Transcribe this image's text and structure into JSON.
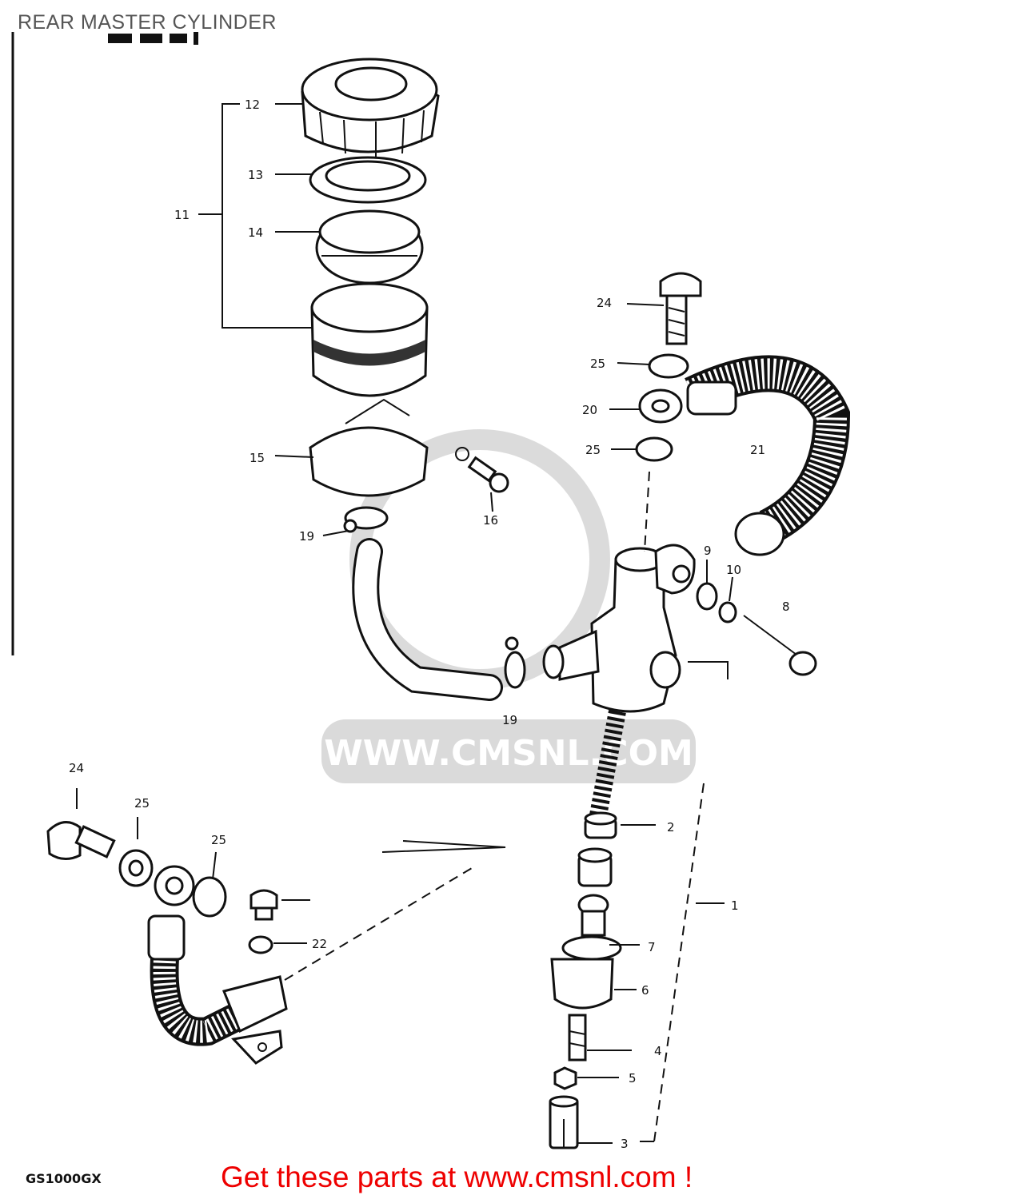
{
  "diagram": {
    "title": "REAR MASTER CYLINDER",
    "model_code": "GS1000GX",
    "watermark": "WWW.CMSNL.COM",
    "footer": "Get these parts at www.cmsnl.com !",
    "accent_color": "#ee0000",
    "callouts": [
      {
        "id": "c12",
        "label": "12"
      },
      {
        "id": "c13",
        "label": "13"
      },
      {
        "id": "c11",
        "label": "11"
      },
      {
        "id": "c14",
        "label": "14"
      },
      {
        "id": "c15",
        "label": "15"
      },
      {
        "id": "c16",
        "label": "16"
      },
      {
        "id": "c19a",
        "label": "19"
      },
      {
        "id": "c24a",
        "label": "24"
      },
      {
        "id": "c25a",
        "label": "25"
      },
      {
        "id": "c20",
        "label": "20"
      },
      {
        "id": "c25b",
        "label": "25"
      },
      {
        "id": "c21",
        "label": "21"
      },
      {
        "id": "c9",
        "label": "9"
      },
      {
        "id": "c10",
        "label": "10"
      },
      {
        "id": "c8",
        "label": "8"
      },
      {
        "id": "c19b",
        "label": "19"
      },
      {
        "id": "c24b",
        "label": "24"
      },
      {
        "id": "c25c",
        "label": "25"
      },
      {
        "id": "c25d",
        "label": "25"
      },
      {
        "id": "c22",
        "label": "22"
      },
      {
        "id": "c2",
        "label": "2"
      },
      {
        "id": "c1",
        "label": "1"
      },
      {
        "id": "c7",
        "label": "7"
      },
      {
        "id": "c6",
        "label": "6"
      },
      {
        "id": "c4",
        "label": "4"
      },
      {
        "id": "c5",
        "label": "5"
      },
      {
        "id": "c3",
        "label": "3"
      }
    ]
  }
}
